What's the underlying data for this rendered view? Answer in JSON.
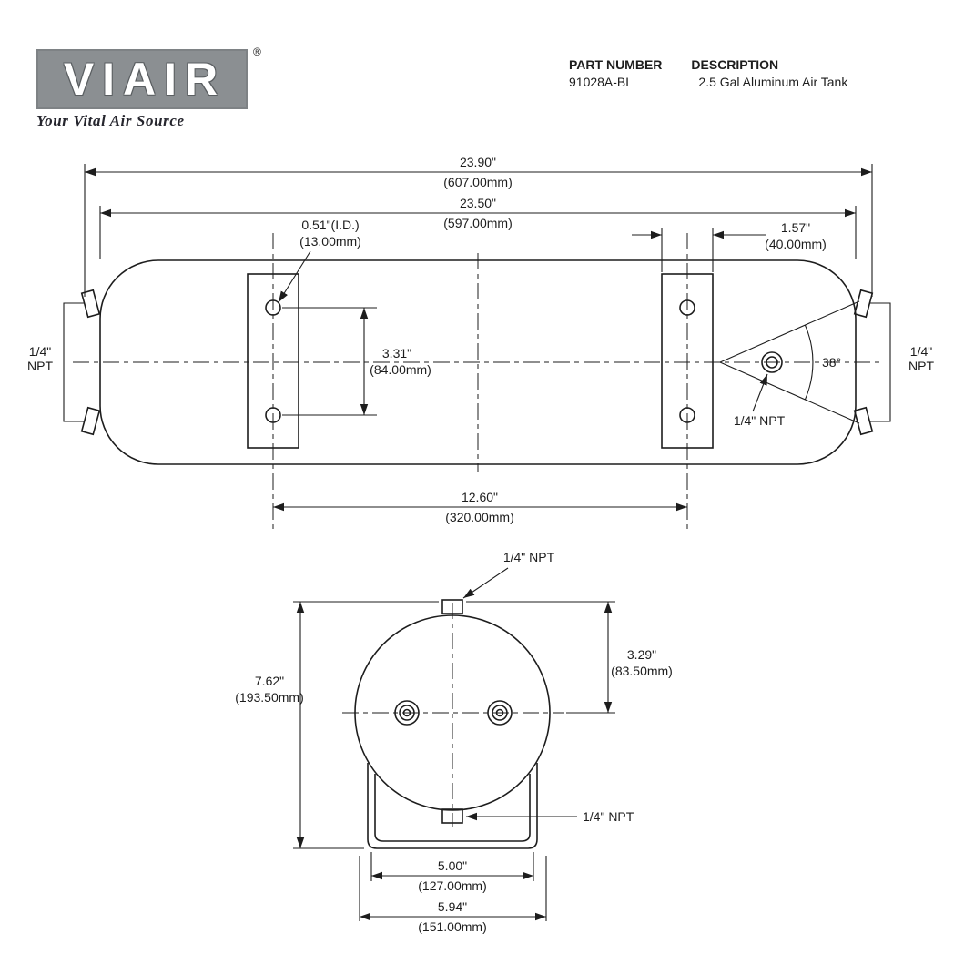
{
  "header": {
    "logo": {
      "text": "VIAIR",
      "registered": "®",
      "tagline": "Your Vital Air Source"
    },
    "part_number_label": "PART NUMBER",
    "part_number_value": "91028A-BL",
    "description_label": "DESCRIPTION",
    "description_value": "2.5 Gal Aluminum Air Tank"
  },
  "side_view": {
    "len_total_in": "23.90\"",
    "len_total_mm": "(607.00mm)",
    "len_body_in": "23.50\"",
    "len_body_mm": "(597.00mm)",
    "hole_id_in": "0.51\"(I.D.)",
    "hole_id_mm": "(13.00mm)",
    "bracket_width_in": "1.57\"",
    "bracket_width_mm": "(40.00mm)",
    "hole_span_in": "3.31\"",
    "hole_span_mm": "(84.00mm)",
    "bracket_span_in": "12.60\"",
    "bracket_span_mm": "(320.00mm)",
    "left_port_line1": "1/4\"",
    "left_port_line2": "NPT",
    "right_port_line1": "1/4\"",
    "right_port_line2": "NPT",
    "end_port_label": "1/4\" NPT",
    "angle_label": "38°"
  },
  "end_view": {
    "top_port_label": "1/4\" NPT",
    "bottom_port_label": "1/4\" NPT",
    "height_in": "7.62\"",
    "height_mm": "(193.50mm)",
    "port_offset_in": "3.29\"",
    "port_offset_mm": "(83.50mm)",
    "bracket_inner_in": "5.00\"",
    "bracket_inner_mm": "(127.00mm)",
    "bracket_outer_in": "5.94\"",
    "bracket_outer_mm": "(151.00mm)"
  },
  "colors": {
    "line": "#1d1d1d",
    "logo_bg": "#8b8f92"
  }
}
